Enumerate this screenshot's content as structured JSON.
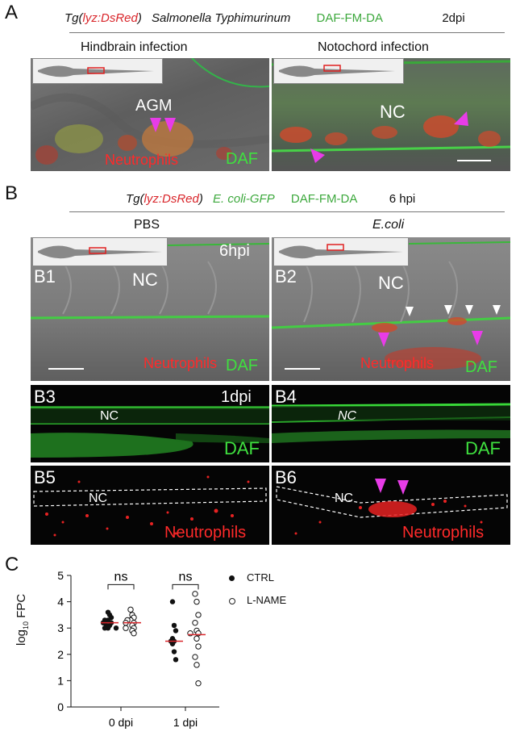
{
  "panelA": {
    "letter": "A",
    "header": {
      "tg_prefix": "Tg(",
      "tg_gene": "lyz:DsRed",
      "tg_suffix": ")",
      "bacteria": "Salmonella Typhimurinum",
      "dye": "DAF-FM-DA",
      "time": "2dpi"
    },
    "left": {
      "title": "Hindbrain infection",
      "label_agm": "AGM",
      "label_neutrophils": "Neutrophils",
      "label_daf": "DAF"
    },
    "right": {
      "title": "Notochord infection",
      "label_nc": "NC"
    }
  },
  "panelB": {
    "letter": "B",
    "header": {
      "tg_prefix": "Tg(",
      "tg_gene": "lyz:DsRed",
      "tg_suffix": ")",
      "bacteria": "E. coli-GFP",
      "dye": "DAF-FM-DA",
      "time": "6 hpi"
    },
    "col_left": "PBS",
    "col_right": "E.coli",
    "b1": {
      "id": "B1",
      "time": "6hpi",
      "nc": "NC",
      "neutrophils": "Neutrophils",
      "daf": "DAF"
    },
    "b2": {
      "id": "B2",
      "nc": "NC",
      "neutrophils": "Neutrophils",
      "daf": "DAF"
    },
    "b3": {
      "id": "B3",
      "time": "1dpi",
      "nc": "NC",
      "daf": "DAF"
    },
    "b4": {
      "id": "B4",
      "nc": "NC",
      "daf": "DAF"
    },
    "b5": {
      "id": "B5",
      "nc": "NC",
      "neutrophils": "Neutrophils"
    },
    "b6": {
      "id": "B6",
      "nc": "NC",
      "neutrophils": "Neutrophils"
    }
  },
  "panelC": {
    "letter": "C",
    "ylabel_prefix": "log",
    "ylabel_sub": "10",
    "ylabel_suffix": " FPC",
    "legend": [
      {
        "name": "CTRL",
        "marker": "filled"
      },
      {
        "name": "L-NAME",
        "marker": "open"
      }
    ],
    "sig": [
      "ns",
      "ns"
    ]
  },
  "chart_data": {
    "type": "scatter",
    "categories": [
      "0 dpi",
      "1 dpi"
    ],
    "ylim": [
      0,
      5
    ],
    "yticks": [
      0,
      1,
      2,
      3,
      4,
      5
    ],
    "series": [
      {
        "name": "CTRL",
        "marker": "filled",
        "groups": [
          {
            "category": "0 dpi",
            "values": [
              3.6,
              3.5,
              3.4,
              3.3,
              3.3,
              3.2,
              3.2,
              3.1,
              3.1,
              3.0,
              3.0,
              3.0
            ],
            "median": 3.2
          },
          {
            "category": "1 dpi",
            "values": [
              4.0,
              3.1,
              2.9,
              2.6,
              2.5,
              2.5,
              2.4,
              2.1,
              1.8
            ],
            "median": 2.5
          }
        ]
      },
      {
        "name": "L-NAME",
        "marker": "open",
        "groups": [
          {
            "category": "0 dpi",
            "values": [
              3.7,
              3.5,
              3.4,
              3.3,
              3.3,
              3.2,
              3.2,
              3.1,
              3.0,
              3.0,
              2.9,
              2.8
            ],
            "median": 3.2
          },
          {
            "category": "1 dpi",
            "values": [
              4.3,
              4.0,
              3.5,
              3.2,
              2.9,
              2.8,
              2.8,
              2.6,
              2.3,
              1.9,
              1.6,
              0.9
            ],
            "median": 2.75
          }
        ]
      }
    ],
    "median_color": "#d9262b"
  }
}
